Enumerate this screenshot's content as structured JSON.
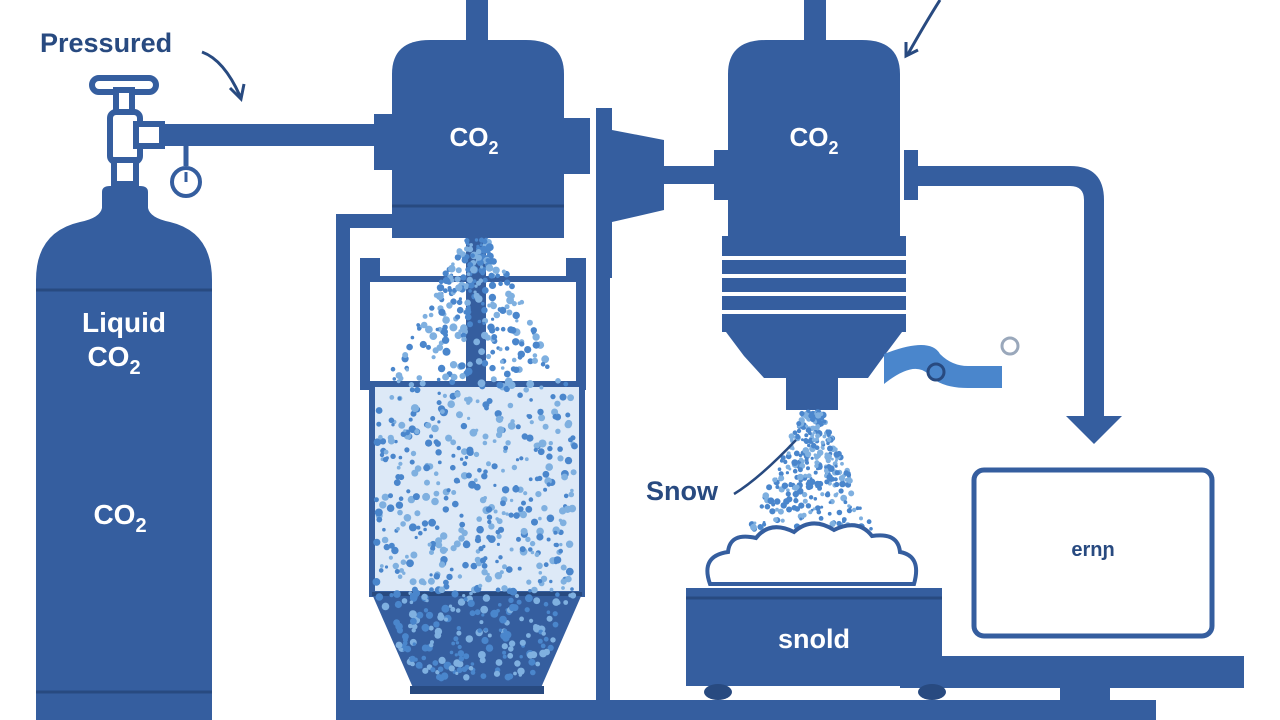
{
  "colors": {
    "primary": "#355e9f",
    "primary_dark": "#284a80",
    "light": "#ffffff",
    "crystal": "#4a86cc",
    "crystal_light": "#7fb0e0",
    "background": "#ffffff"
  },
  "labels": {
    "pressured": "Pressured",
    "cylinder_top_line1": "Liquid",
    "cylinder_top_line2": "CO",
    "cylinder_top_sub": "2",
    "cylinder_bottom": "CO",
    "cylinder_bottom_sub": "2",
    "chamber1": "CO",
    "chamber1_sub": "2",
    "chamber2": "CO",
    "chamber2_sub": "2",
    "snow": "Snow",
    "bin": "snold",
    "box": "ernɲ"
  },
  "icons": {
    "gauge": "pressure-gauge-icon",
    "valve": "valve-icon",
    "arrow": "flow-arrow-icon"
  }
}
